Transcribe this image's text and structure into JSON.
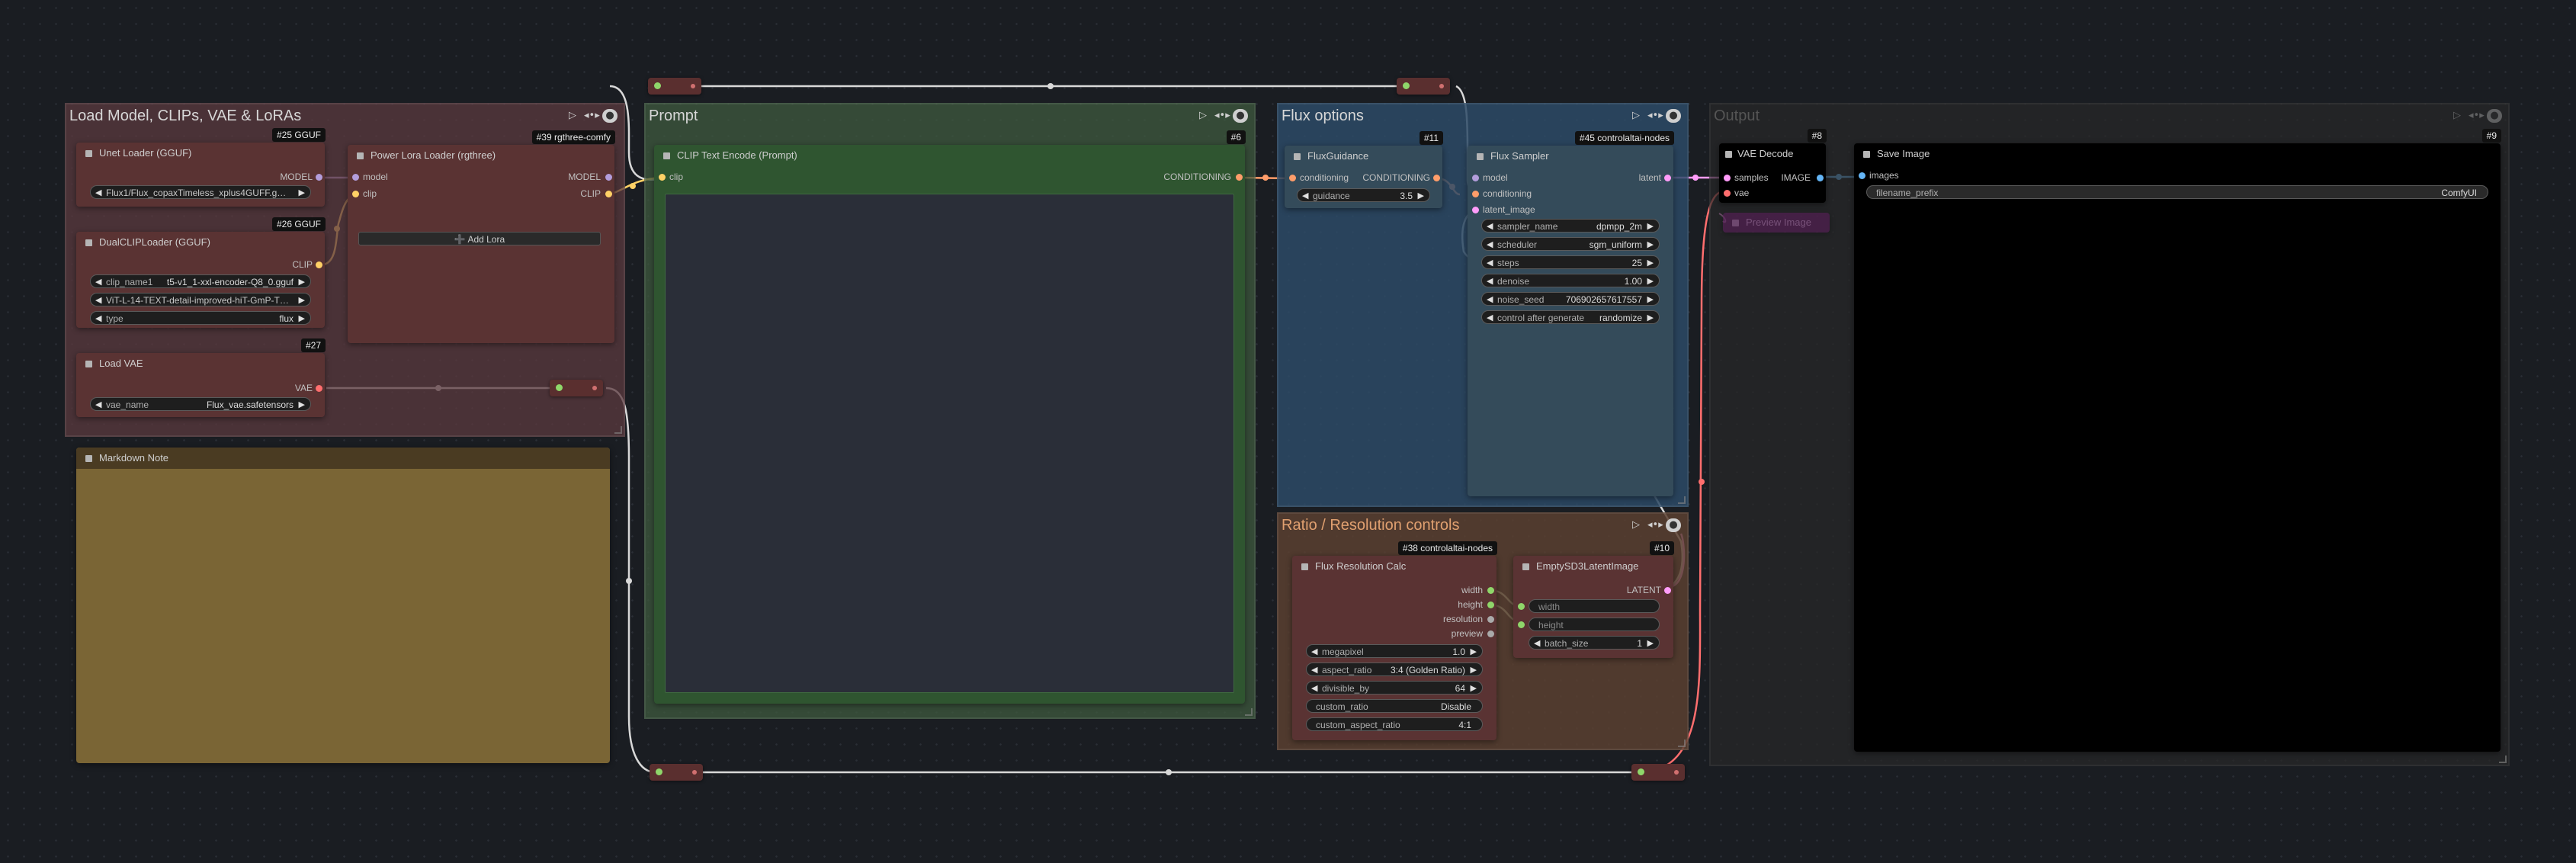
{
  "groups": {
    "load": {
      "title": "Load Model, CLIPs, VAE & LoRAs"
    },
    "prompt": {
      "title": "Prompt"
    },
    "flux_options": {
      "title": "Flux options"
    },
    "ratio": {
      "title": "Ratio / Resolution controls"
    },
    "output": {
      "title": "Output"
    }
  },
  "group_controls": {
    "play": "▷",
    "pin": "◂•▸",
    "eye": "●"
  },
  "nodes": {
    "unet": {
      "title": "Unet Loader (GGUF)",
      "badge": "#25 GGUF",
      "output": "MODEL",
      "widget_value": "Flux1/Flux_copaxTimeless_xplus4GUFF.g…"
    },
    "dualclip": {
      "title": "DualCLIPLoader (GGUF)",
      "badge": "#26 GGUF",
      "output": "CLIP",
      "clip_name1_label": "clip_name1",
      "clip_name1_value": "t5-v1_1-xxl-encoder-Q8_0.gguf",
      "clip_name2_value": "ViT-L-14-TEXT-detail-improved-hiT-GmP-T…",
      "type_label": "type",
      "type_value": "flux"
    },
    "loadvae": {
      "title": "Load VAE",
      "badge": "#27",
      "output": "VAE",
      "vae_name_label": "vae_name",
      "vae_name_value": "Flux_vae.safetensors"
    },
    "powerlora": {
      "title": "Power Lora Loader (rgthree)",
      "badge": "#39 rgthree-comfy",
      "in_model": "model",
      "in_clip": "clip",
      "out_model": "MODEL",
      "out_clip": "CLIP",
      "add_lora": "➕ Add Lora"
    },
    "markdown": {
      "title": "Markdown Note"
    },
    "clipencode": {
      "title": "CLIP Text Encode (Prompt)",
      "badge": "#6",
      "in_clip": "clip",
      "output": "CONDITIONING"
    },
    "fluxguidance": {
      "title": "FluxGuidance",
      "badge": "#11",
      "in_conditioning": "conditioning",
      "output": "CONDITIONING",
      "guidance_label": "guidance",
      "guidance_value": "3.5"
    },
    "fluxsampler": {
      "title": "Flux Sampler",
      "badge": "#45 controlaltai-nodes",
      "in_model": "model",
      "in_conditioning": "conditioning",
      "in_latent": "latent_image",
      "output": "latent",
      "sampler_name_label": "sampler_name",
      "sampler_name_value": "dpmpp_2m",
      "scheduler_label": "scheduler",
      "scheduler_value": "sgm_uniform",
      "steps_label": "steps",
      "steps_value": "25",
      "denoise_label": "denoise",
      "denoise_value": "1.00",
      "noise_seed_label": "noise_seed",
      "noise_seed_value": "706902657617557",
      "control_label": "control after generate",
      "control_value": "randomize"
    },
    "fluxres": {
      "title": "Flux Resolution Calc",
      "badge": "#38 controlaltai-nodes",
      "out_width": "width",
      "out_height": "height",
      "out_resolution": "resolution",
      "out_preview": "preview",
      "megapixel_label": "megapixel",
      "megapixel_value": "1.0",
      "aspect_label": "aspect_ratio",
      "aspect_value": "3:4 (Golden Ratio)",
      "divisible_label": "divisible_by",
      "divisible_value": "64",
      "custom_ratio_label": "custom_ratio",
      "custom_ratio_value": "Disable",
      "custom_aspect_label": "custom_aspect_ratio",
      "custom_aspect_value": "4:1"
    },
    "emptylatent": {
      "title": "EmptySD3LatentImage",
      "badge": "#10",
      "output": "LATENT",
      "width_label": "width",
      "height_label": "height",
      "batch_label": "batch_size",
      "batch_value": "1"
    },
    "vaedecode": {
      "title": "VAE Decode",
      "badge": "#8",
      "in_samples": "samples",
      "in_vae": "vae",
      "output": "IMAGE"
    },
    "previewimage": {
      "title": "Preview Image"
    },
    "saveimage": {
      "title": "Save Image",
      "badge": "#9",
      "in_images": "images",
      "filename_label": "filename_prefix",
      "filename_value": "ComfyUI"
    }
  },
  "colors": {
    "background": "#1a1d22",
    "group_load": "#5b3a3f",
    "group_prompt": "#3f5a3f",
    "group_flux": "#2d4a66",
    "group_ratio": "#5a3f30",
    "node_red": "#5a3333",
    "node_green": "#2f5530",
    "node_blue": "#344b5a",
    "markdown_body": "#7a6535",
    "link_model": "#b39ddb",
    "link_clip": "#ffd166",
    "link_cond": "#ff9d6a",
    "link_latent": "#ff9cf9",
    "link_vae": "#ff6e6e",
    "link_image": "#64b5f6",
    "link_int": "#cfe8c6"
  }
}
